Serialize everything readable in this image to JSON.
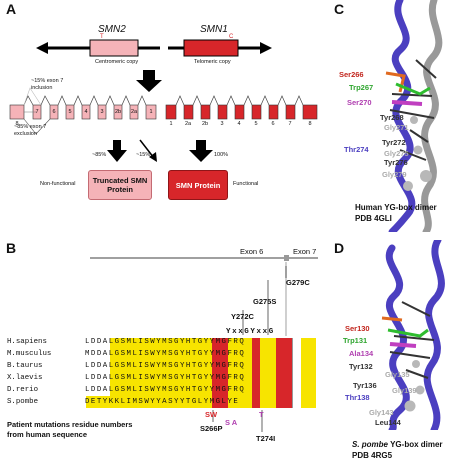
{
  "panels": {
    "A": {
      "letter": "A",
      "gene_smn2": "SMN2",
      "gene_smn1": "SMN1",
      "smn2_marker": "T",
      "smn1_marker": "C",
      "centromeric_copy": "Centromeric copy",
      "telomeric_copy": "Telomeric copy",
      "inclusion_note": "~15% exon 7 inclusion",
      "exclusion_note": "~85% exon 7 exclusion",
      "smn2_exons": [
        "8",
        "7",
        "6",
        "5",
        "4",
        "3",
        "2b",
        "2a",
        "1"
      ],
      "smn1_exons": [
        "1",
        "2a",
        "2b",
        "3",
        "4",
        "5",
        "6",
        "7",
        "8"
      ],
      "pct_85": "~85%",
      "pct_15": "~15%",
      "pct_100": "100%",
      "non_functional": "Non-functional",
      "truncated_protein": "Truncated SMN Protein",
      "smn_protein": "SMN Protein",
      "functional": "Functional",
      "colors": {
        "smn2": "#f5b3b8",
        "smn1": "#d7262a"
      }
    },
    "B": {
      "letter": "B",
      "exon6": "Exon 6",
      "exon7": "Exon 7",
      "motif": "YxxGYxxG",
      "mut_g279c": "G279C",
      "mut_g275s": "G275S",
      "mut_y272c": "Y272C",
      "sequences": [
        {
          "org": "H.sapiens",
          "seq": "LDDALGSMLISWYMSGYHTGYYMGFRQ"
        },
        {
          "org": "M.musculus",
          "seq": "MDDALGSMLISWYMSGYHTGYYMGFRQ"
        },
        {
          "org": "B.taurus",
          "seq": "LDDALGSMLISWYMSGYHTGYYMGFRQ"
        },
        {
          "org": "X.laevis",
          "seq": "LDDALGSMLISWYMSGYHTGYYMGFRQ"
        },
        {
          "org": "D.rerio",
          "seq": "LDDALGSMLISWYMSGYHTGYYMGFRQ"
        },
        {
          "org": "S.pombe",
          "seq": "DETYKKLIMSWYYASYYTGLYMGLYE"
        }
      ],
      "marker_sw": "SW",
      "marker_sa": "S A",
      "marker_t": "T",
      "mut_s266p": "S266P",
      "mut_t274i": "T274I",
      "caption": "Patient mutations residue numbers from human sequence"
    },
    "C": {
      "letter": "C",
      "residues": [
        "Ser266",
        "Trp267",
        "Ser270",
        "Tyr268",
        "Gly271",
        "Tyr272",
        "Thr274",
        "Tyr276",
        "Gly275",
        "Gly279"
      ],
      "caption_line1": "Human YG-box dimer",
      "caption_line2": "PDB 4GLI"
    },
    "D": {
      "letter": "D",
      "residues": [
        "Ser130",
        "Trp131",
        "Ala134",
        "Tyr132",
        "Gly135",
        "Tyr136",
        "Thr138",
        "Gly139",
        "Gly143",
        "Leu144"
      ],
      "caption_line1_italic": "S. pombe",
      "caption_line1_rest": " YG-box dimer",
      "caption_line2": "PDB 4RG5"
    }
  }
}
